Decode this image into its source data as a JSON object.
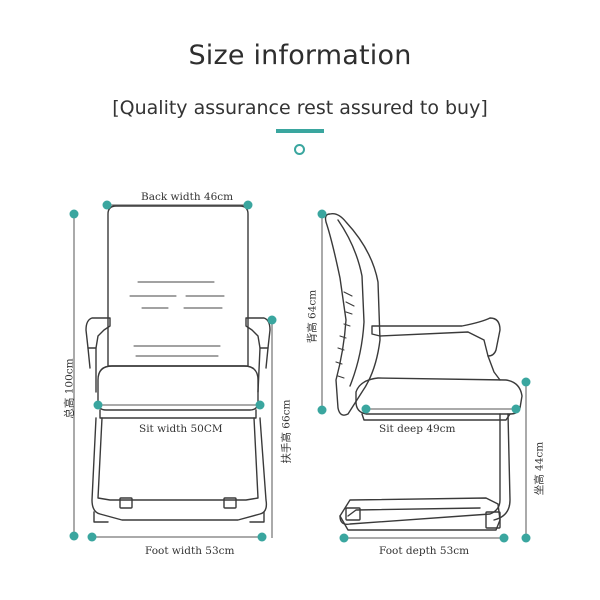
{
  "header": {
    "title": "Size information",
    "subtitle": "[Quality assurance rest assured to buy]"
  },
  "colors": {
    "accent": "#3aa69f",
    "line": "#3a3a3a",
    "dim_line": "#555555"
  },
  "front_view": {
    "back_width": "Back width 46cm",
    "total_height": "总高 100cm",
    "armrest_height": "扶手高 66cm",
    "seat_width": "Sit width 50CM",
    "foot_width": "Foot width 53cm"
  },
  "side_view": {
    "back_height": "背高 64cm",
    "seat_depth": "Sit deep 49cm",
    "seat_height": "坐高 44cm",
    "foot_depth": "Foot depth 53cm"
  }
}
